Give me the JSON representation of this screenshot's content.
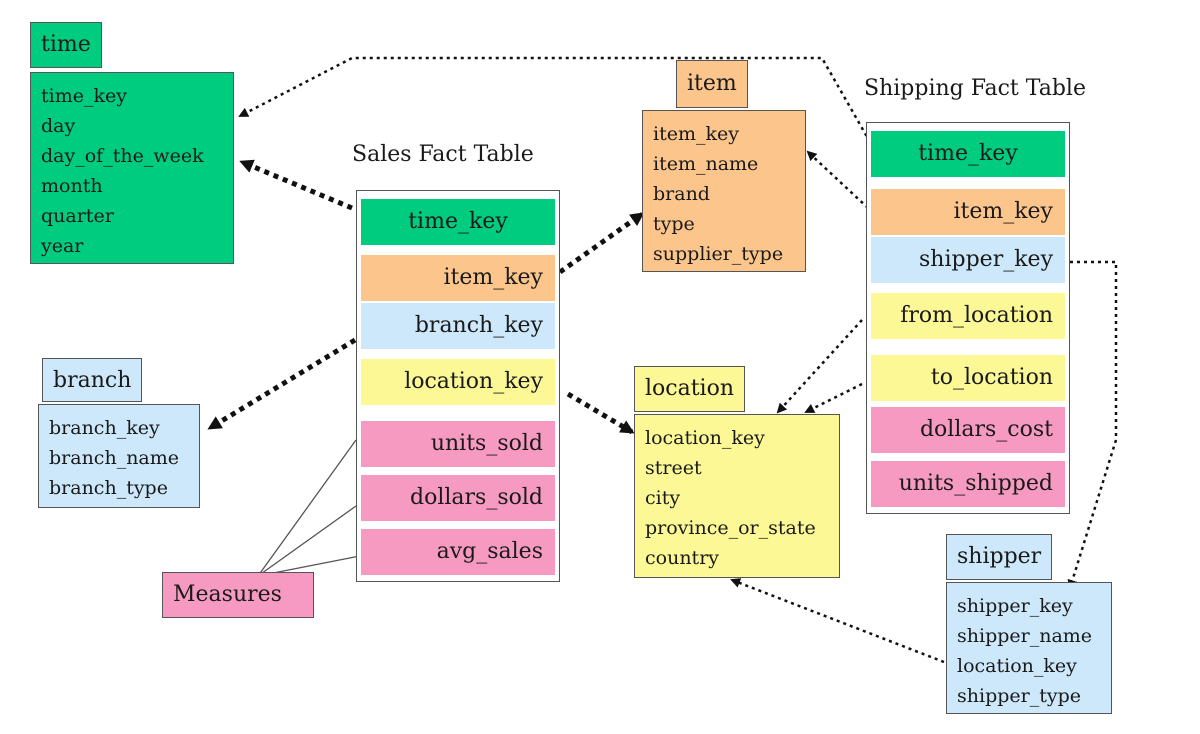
{
  "time": {
    "title": "time",
    "attributes": [
      "time_key",
      "day",
      "day_of_the_week",
      "month",
      "quarter",
      "year"
    ]
  },
  "item": {
    "title": "item",
    "attributes": [
      "item_key",
      "item_name",
      "brand",
      "type",
      "supplier_type"
    ]
  },
  "branch": {
    "title": "branch",
    "attributes": [
      "branch_key",
      "branch_name",
      "branch_type"
    ]
  },
  "location": {
    "title": "location",
    "attributes": [
      "location_key",
      "street",
      "city",
      "province_or_state",
      "country"
    ]
  },
  "shipper": {
    "title": "shipper",
    "attributes": [
      "shipper_key",
      "shipper_name",
      "location_key",
      "shipper_type"
    ]
  },
  "sales_fact": {
    "title": "Sales Fact Table",
    "keys": [
      "time_key",
      "item_key",
      "branch_key",
      "location_key"
    ],
    "measures": [
      "units_sold",
      "dollars_sold",
      "avg_sales"
    ]
  },
  "shipping_fact": {
    "title": "Shipping Fact Table",
    "keys": [
      "time_key",
      "item_key",
      "shipper_key",
      "from_location",
      "to_location"
    ],
    "measures": [
      "dollars_cost",
      "units_shipped"
    ]
  },
  "measures_label": "Measures",
  "colors": {
    "time": "#00cc80",
    "item": "#fcc58b",
    "branch": "#cce8fa",
    "location": "#fbf895",
    "measure": "#f79ac2"
  }
}
